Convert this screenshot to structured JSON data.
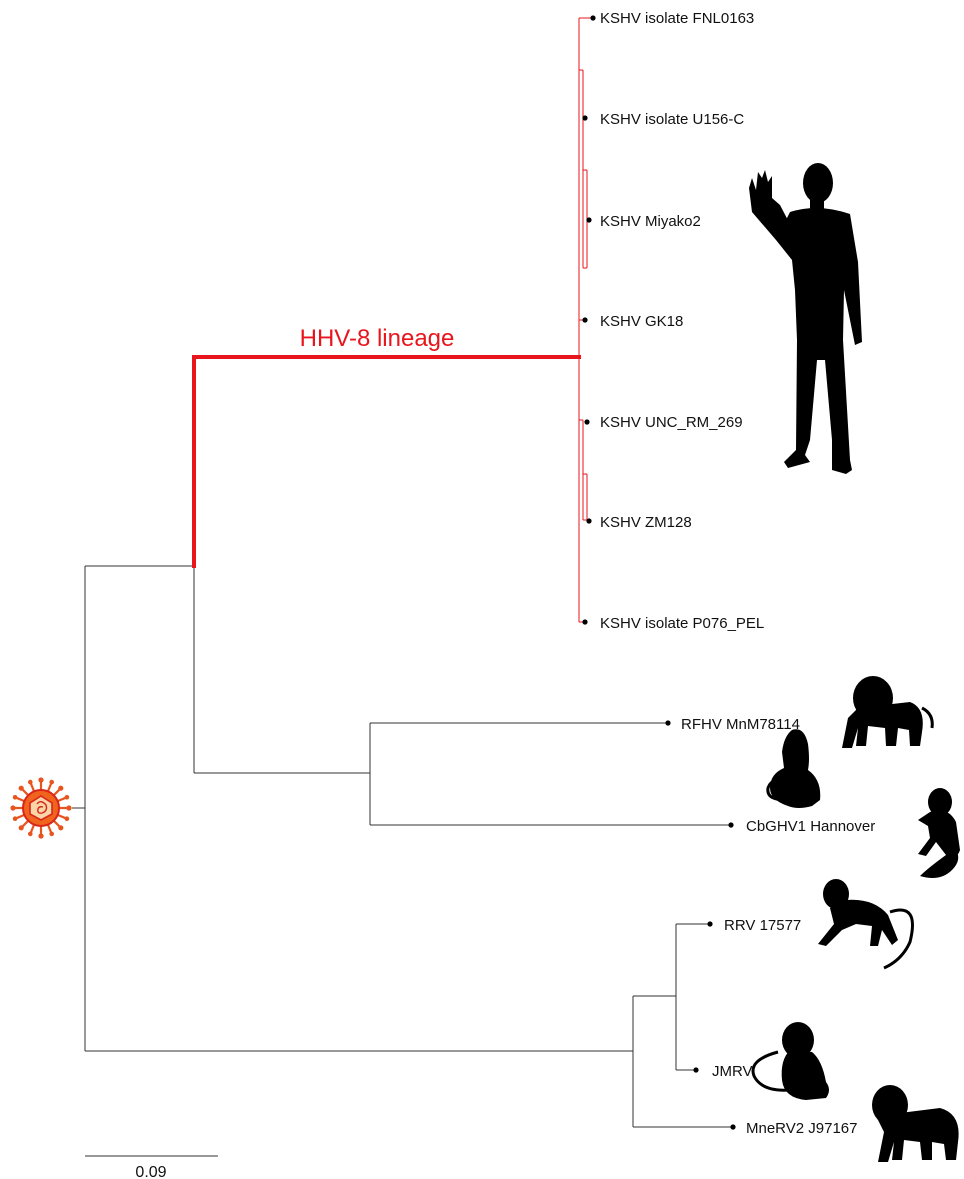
{
  "tree": {
    "scale_bar_label": "0.09",
    "clade_label": "HHV-8 lineage",
    "colors": {
      "branch": "#333333",
      "highlight": "#e8161c",
      "silhouette": "#000000",
      "virus_body": "#f0641e",
      "virus_outline": "#d8261a",
      "virus_core": "#fbd5a8"
    },
    "tips": [
      {
        "label": "KSHV isolate FNL0163",
        "group": "HHV-8 lineage"
      },
      {
        "label": "KSHV isolate U156-C",
        "group": "HHV-8 lineage"
      },
      {
        "label": "KSHV Miyako2",
        "group": "HHV-8 lineage"
      },
      {
        "label": "KSHV GK18",
        "group": "HHV-8 lineage"
      },
      {
        "label": "KSHV UNC_RM_269",
        "group": "HHV-8 lineage"
      },
      {
        "label": "KSHV ZM128",
        "group": "HHV-8 lineage"
      },
      {
        "label": "KSHV isolate P076_PEL",
        "group": "HHV-8 lineage"
      },
      {
        "label": "RFHV MnM78114",
        "group": "other"
      },
      {
        "label": "CbGHV1 Hannover",
        "group": "other"
      },
      {
        "label": "RRV 17577",
        "group": "other"
      },
      {
        "label": "JMRV",
        "group": "other"
      },
      {
        "label": "MneRV2 J97167",
        "group": "other"
      }
    ],
    "icons": {
      "root": "virus-icon",
      "kshv": "human-silhouette-icon",
      "rfhv": "macaque-silhouette-icon",
      "cbghv": "marmoset-silhouette-icon",
      "rrv": "rhesus-monkey-silhouette-icon",
      "jmrv": "japanese-macaque-silhouette-icon",
      "mnerv": "pig-tailed-macaque-silhouette-icon"
    }
  }
}
